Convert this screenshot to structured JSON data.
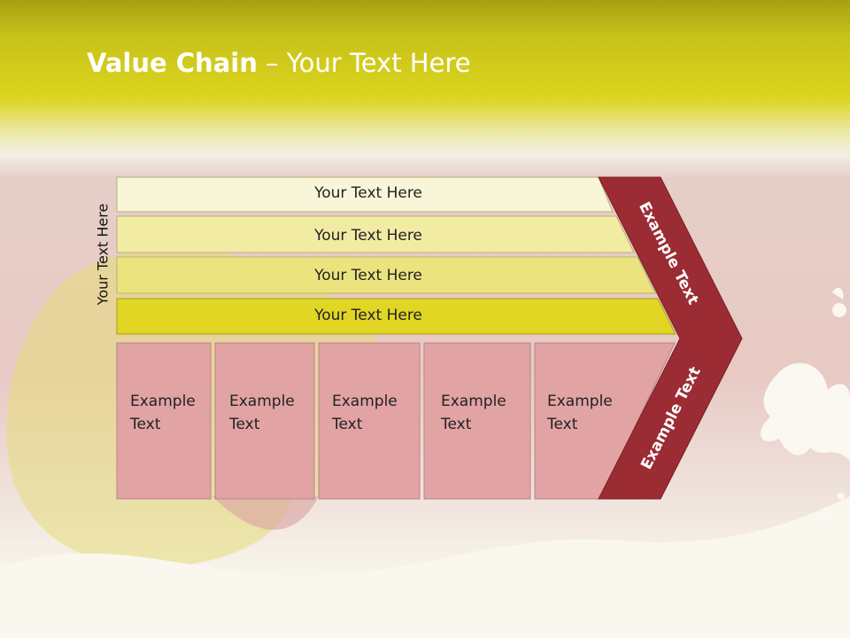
{
  "title": {
    "bold": "Value Chain",
    "rest": " – Your Text Here"
  },
  "side_label": "Your Text Here",
  "rows": [
    {
      "label": "Your Text Here"
    },
    {
      "label": "Your Text Here"
    },
    {
      "label": "Your Text Here"
    },
    {
      "label": "Your Text Here"
    }
  ],
  "cells": [
    {
      "line1": "Example",
      "line2": "Text"
    },
    {
      "line1": "Example",
      "line2": "Text"
    },
    {
      "line1": "Example",
      "line2": "Text"
    },
    {
      "line1": "Example",
      "line2": "Text"
    },
    {
      "line1": "Example",
      "line2": "Text"
    }
  ],
  "chevron": {
    "upper": "Example Text",
    "lower": "Example Text"
  },
  "colors": {
    "title_band": "#ddd41e",
    "row_fills": [
      "#f8f5d8",
      "#f1eba4",
      "#ebe47e",
      "#e0d623"
    ],
    "cell_fill": "#e2a3a4",
    "chevron": "#9b2c33"
  }
}
